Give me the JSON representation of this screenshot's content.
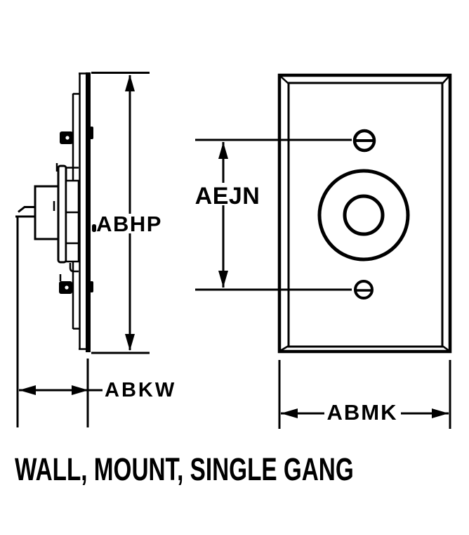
{
  "title": "WALL, MOUNT, SINGLE GANG",
  "colors": {
    "ink": "#000000",
    "background": "#ffffff"
  },
  "dimensions": {
    "plate_height": {
      "label": "ABHP"
    },
    "plate_depth": {
      "label": "ABKW"
    },
    "screw_spacing": {
      "label": "AEJN"
    },
    "plate_width": {
      "label": "ABMK"
    }
  }
}
